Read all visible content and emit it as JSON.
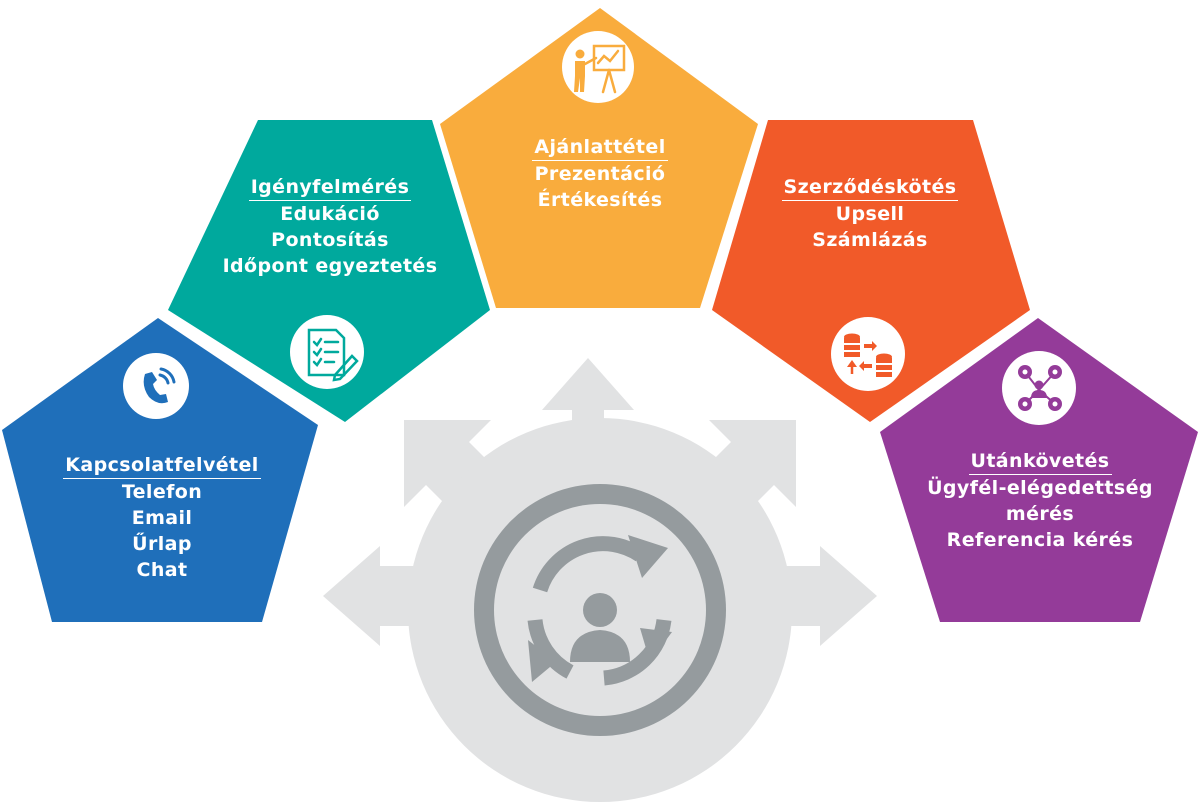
{
  "diagram": {
    "colors": {
      "contact": "#1f6fba",
      "needs": "#00a99d",
      "offer": "#f9ac3d",
      "contract": "#f15a29",
      "followup": "#943b99",
      "hub_light": "#e1e2e3",
      "hub_dark": "#959b9e"
    },
    "stages": [
      {
        "id": "contact",
        "icon": "phone-icon",
        "title": "Kapcsolatfelvétel",
        "lines": [
          "Telefon",
          "Email",
          "Űrlap",
          "Chat"
        ]
      },
      {
        "id": "needs",
        "icon": "checklist-icon",
        "title": "Igényfelmérés",
        "lines": [
          "Edukáció",
          "Pontosítás",
          "Időpont egyeztetés"
        ]
      },
      {
        "id": "offer",
        "icon": "presentation-icon",
        "title": "Ajánlattétel",
        "lines": [
          "Prezentáció",
          "Értékesítés"
        ]
      },
      {
        "id": "contract",
        "icon": "database-sync-icon",
        "title": "Szerződéskötés",
        "lines": [
          "Upsell",
          "Számlázás"
        ]
      },
      {
        "id": "followup",
        "icon": "social-network-icon",
        "title": "Utánkövetés",
        "lines": [
          "Ügyfél-elégedettség",
          "mérés",
          "Referencia kérés"
        ]
      }
    ],
    "hub": {
      "icon": "customer-cycle-icon"
    }
  }
}
